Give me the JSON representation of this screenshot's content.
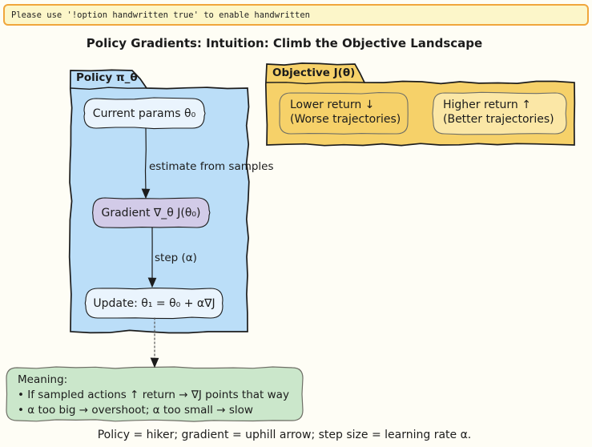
{
  "banner": {
    "text": "Please use '!option handwritten true' to enable handwritten"
  },
  "title": "Policy Gradients: Intuition: Climb the Objective Landscape",
  "caption": "Policy = hiker; gradient = uphill arrow; step size = learning rate α.",
  "policy_cluster": {
    "label": "Policy π_θ",
    "nodes": {
      "current_params": "Current params θ₀",
      "gradient": "Gradient ∇_θ J(θ₀)",
      "update": "Update: θ₁ = θ₀ + α∇J"
    },
    "edge_labels": {
      "estimate": "estimate from samples",
      "step": "step (α)"
    }
  },
  "objective_cluster": {
    "label": "Objective J(θ)",
    "lower_box": {
      "lines": [
        "Lower return ↓",
        "(Worse trajectories)"
      ]
    },
    "higher_box": {
      "lines": [
        "Higher return ↑",
        "(Better trajectories)"
      ]
    }
  },
  "meaning_box": {
    "lines": [
      "Meaning:",
      "• If sampled actions ↑ return → ∇J points that way",
      "• α too big → overshoot; α too small → slow"
    ]
  },
  "colors": {
    "background": "#FEFDF5",
    "ink": "#1c1c1c",
    "dotted": "#555555",
    "banner_bg": "#FCF6C9",
    "banner_border": "#F0A63C",
    "policy_fill": "#BBDEF8",
    "node_blue_fill": "#EAF4FD",
    "gradient_fill": "#D2CBE8",
    "objective_fill": "#F6D169",
    "higher_fill": "#FBE7A6",
    "meaning_fill": "#CBE7CB",
    "soft_border": "#6F6F66"
  }
}
